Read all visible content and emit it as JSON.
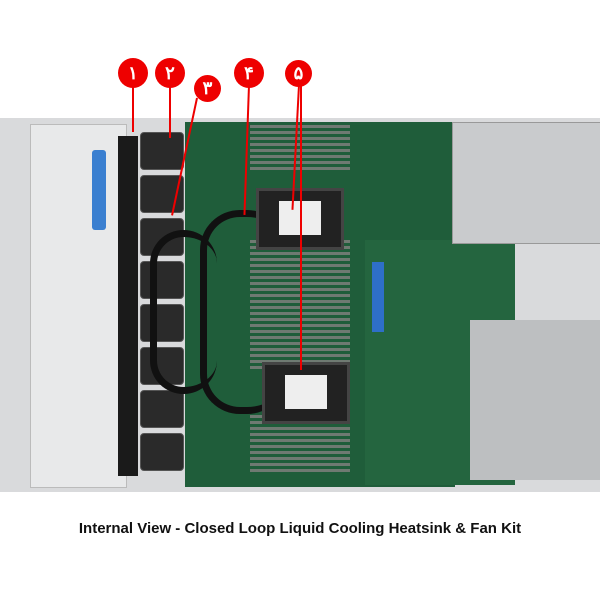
{
  "callouts": [
    "۱",
    "۲",
    "۳",
    "۴",
    "۵"
  ],
  "caption": "Internal View - Closed Loop Liquid Cooling Heatsink & Fan Kit",
  "colors": {
    "callout": "#ee0000",
    "board": "#1f5d3a"
  }
}
